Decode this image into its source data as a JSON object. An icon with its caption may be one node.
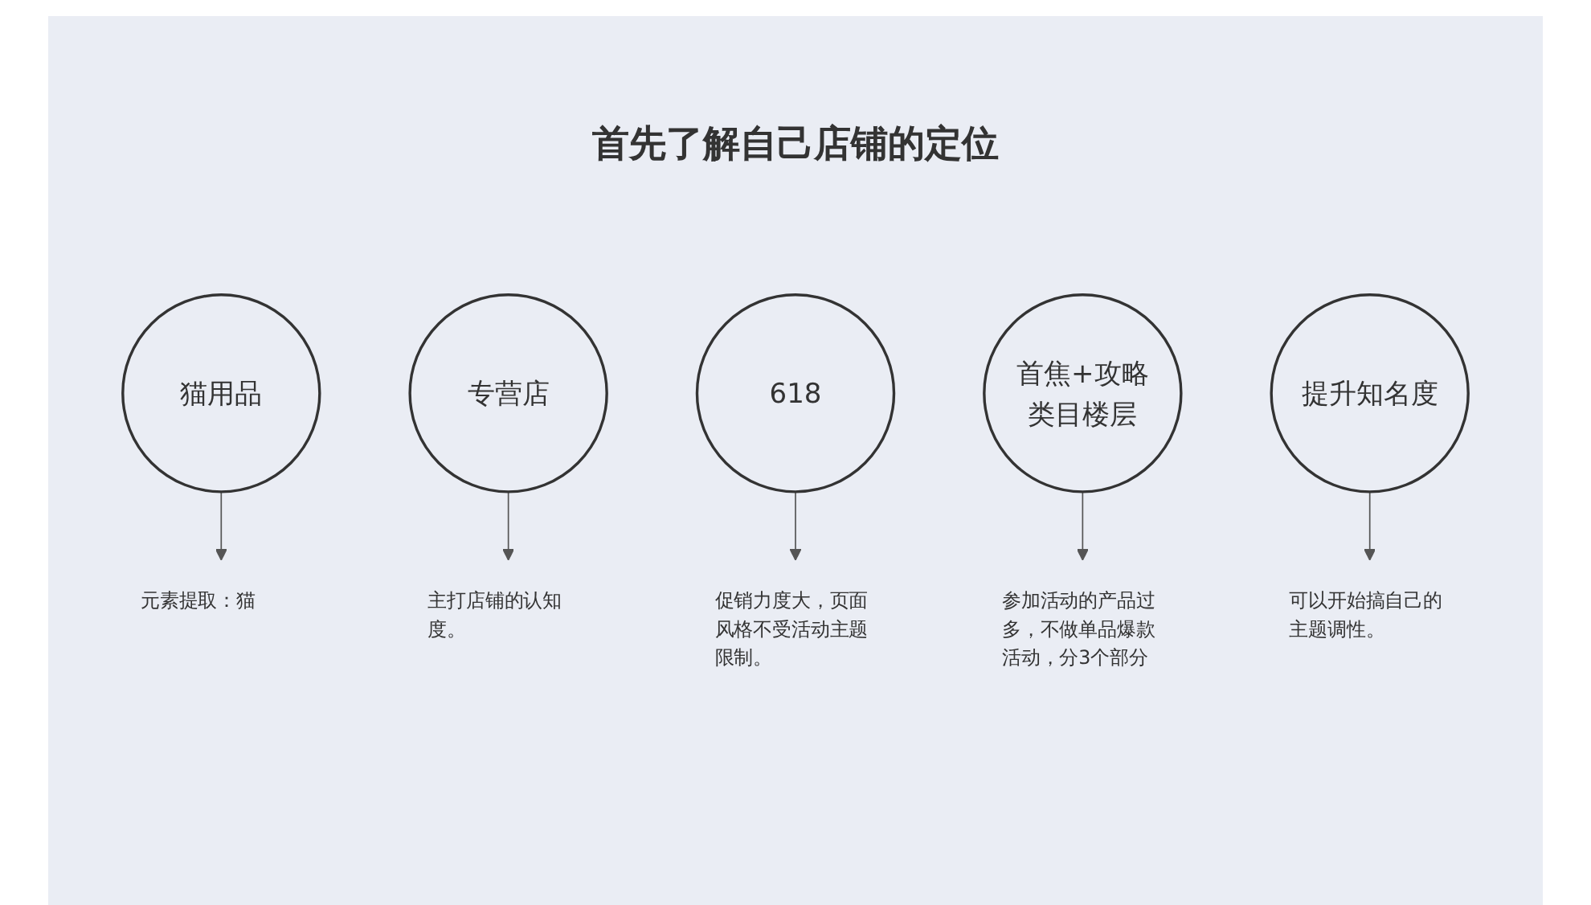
{
  "diagram": {
    "title": "首先了解自己店铺的定位",
    "nodes": [
      {
        "text": [
          "猫用品"
        ]
      },
      {
        "text": [
          "专营店"
        ]
      },
      {
        "text": [
          "618"
        ]
      },
      {
        "text": [
          "首焦+攻略类目楼层"
        ]
      },
      {
        "text": [
          "提升知名度"
        ]
      },
      {
        "text": [
          "元素提取：猫"
        ]
      },
      {
        "text": [
          "主打店铺的认知度。"
        ]
      },
      {
        "text": [
          "促销力度大，页面风格不受活动主题限制。"
        ]
      },
      {
        "text": [
          "参加活动的产品过多，不做单品爆款活动，分3个部分"
        ]
      },
      {
        "text": [
          "可以开始搞自己的主题调性。"
        ]
      }
    ],
    "edges": [
      {
        "from": 0,
        "to": 5,
        "arrow": "to"
      },
      {
        "from": 1,
        "to": 6,
        "arrow": "to"
      },
      {
        "from": 2,
        "to": 7,
        "arrow": "to"
      },
      {
        "from": 3,
        "to": 8,
        "arrow": "to"
      },
      {
        "from": 4,
        "to": 9,
        "arrow": "to"
      }
    ]
  }
}
